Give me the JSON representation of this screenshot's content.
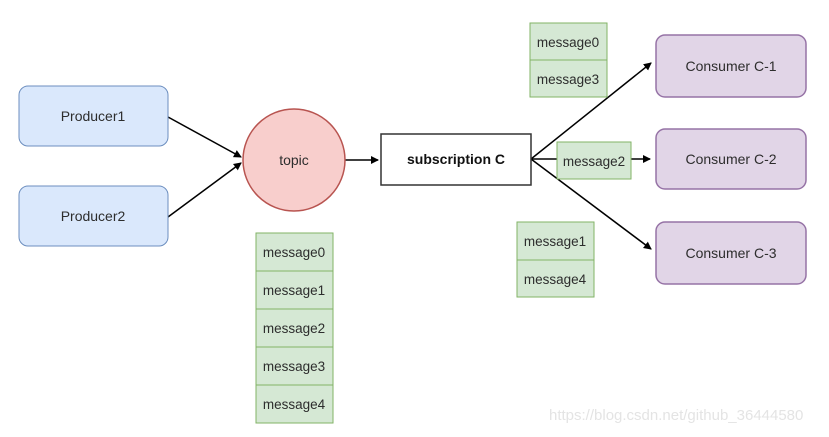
{
  "diagram": {
    "producers": [
      {
        "label": "Producer1"
      },
      {
        "label": "Producer2"
      }
    ],
    "topic": {
      "label": "topic"
    },
    "subscription": {
      "label": "subscription C"
    },
    "consumers": [
      {
        "label": "Consumer C-1"
      },
      {
        "label": "Consumer C-2"
      },
      {
        "label": "Consumer C-3"
      }
    ],
    "topic_queue": [
      "message0",
      "message1",
      "message2",
      "message3",
      "message4"
    ],
    "consumer1_messages": [
      "message0",
      "message3"
    ],
    "consumer2_messages": [
      "message2"
    ],
    "consumer3_messages": [
      "message1",
      "message4"
    ],
    "watermark": "https://blog.csdn.net/github_36444580",
    "colors": {
      "producer_fill": "#dae8fc",
      "producer_stroke": "#6c8ebf",
      "topic_fill": "#f8cecc",
      "topic_stroke": "#b85450",
      "subscription_fill": "#ffffff",
      "subscription_stroke": "#333333",
      "message_fill": "#d5e8d4",
      "message_stroke": "#82b366",
      "consumer_fill": "#e1d5e7",
      "consumer_stroke": "#9673a6",
      "arrow": "#000000",
      "watermark": "#e4e4e4"
    }
  }
}
